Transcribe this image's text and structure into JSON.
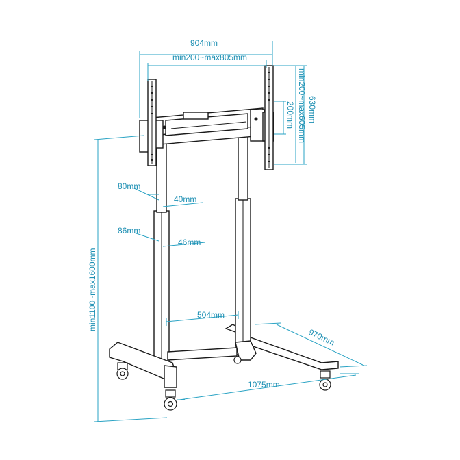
{
  "dimensions": {
    "mount_width": "904mm",
    "mount_width_range": "min200~max805mm",
    "mount_height": "630mm",
    "mount_height_range": "min200~max605mm",
    "vesa_spacing": "200mm",
    "upper_column_depth": "80mm",
    "upper_column_width": "40mm",
    "lower_column_depth": "86mm",
    "lower_column_width": "46mm",
    "column_spacing": "504mm",
    "base_depth": "970mm",
    "base_width": "1075mm",
    "height_range": "min1100~max1600mm"
  },
  "colors": {
    "dimension": "#2aa3c4",
    "outline": "#1a1a1a"
  }
}
